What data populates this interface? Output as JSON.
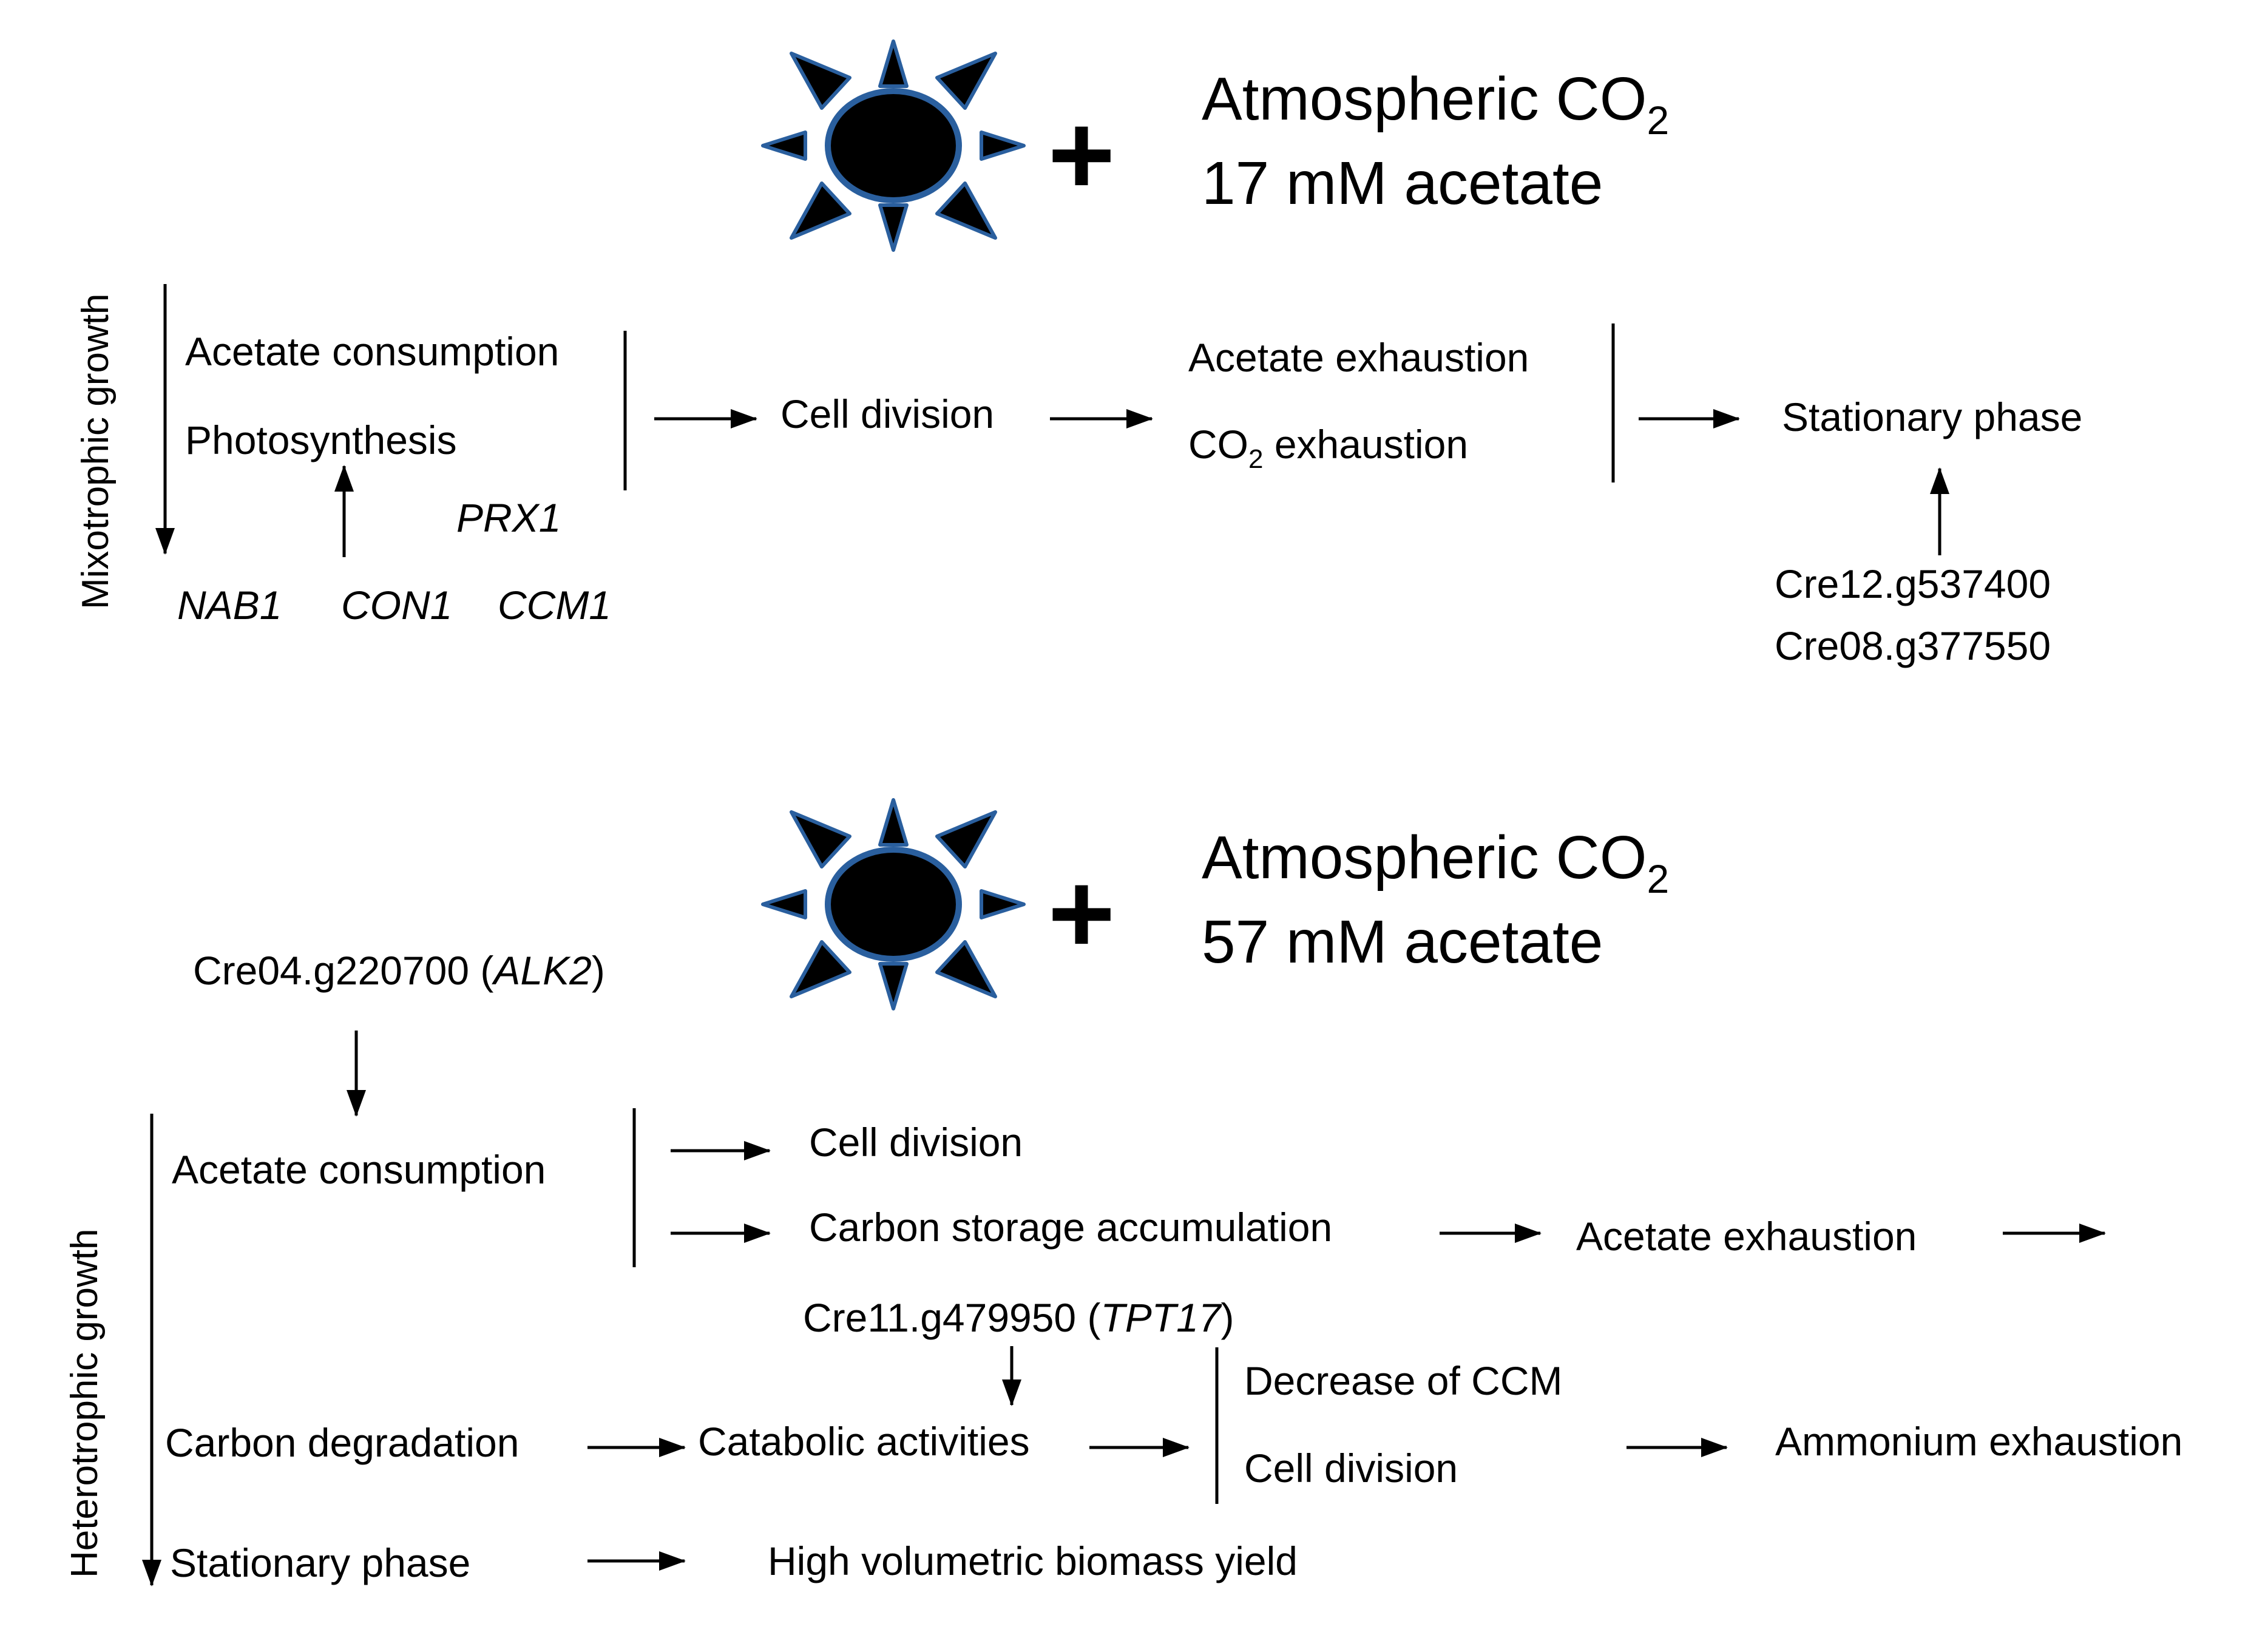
{
  "panels": [
    {
      "name": "mixotrophic",
      "axis_label": "Mixotrophic growth",
      "condition": {
        "plus": "+",
        "line1": "Atmospheric CO",
        "line1_sub": "2",
        "line2": "17 mM acetate"
      },
      "nodes": {
        "acetate_consumption": "Acetate consumption",
        "photosynthesis": "Photosynthesis",
        "cell_division": "Cell division",
        "acetate_exhaustion": "Acetate exhaustion",
        "co2_exhaustion": {
          "prefix": "CO",
          "sub": "2",
          "suffix": " exhaustion"
        },
        "stationary_phase": "Stationary phase"
      },
      "genes": {
        "prx1": "PRX1",
        "nab1": "NAB1",
        "con1": "CON1",
        "ccm1": "CCM1",
        "cre12": "Cre12.g537400",
        "cre08": "Cre08.g377550"
      }
    },
    {
      "name": "heterotrophic",
      "axis_label": "Heterotrophic growth",
      "condition": {
        "plus": "+",
        "line1": "Atmospheric CO",
        "line1_sub": "2",
        "line2": "57 mM acetate"
      },
      "nodes": {
        "acetate_consumption": "Acetate consumption",
        "cell_division_1": "Cell division",
        "carbon_storage": "Carbon storage accumulation",
        "acetate_exhaustion": "Acetate exhaustion",
        "carbon_degradation": "Carbon degradation",
        "catabolic_activities": "Catabolic activities",
        "decrease_ccm": "Decrease of CCM",
        "cell_division_2": "Cell division",
        "ammonium_exhaustion": "Ammonium exhaustion",
        "stationary_phase": "Stationary phase",
        "biomass_yield": "High volumetric biomass yield"
      },
      "genes": {
        "alk2": {
          "prefix": "Cre04.g220700 (",
          "italic": "ALK2",
          "suffix": ")"
        },
        "tpt17": {
          "prefix": "Cre11.g479950 (",
          "italic": "TPT17",
          "suffix": ")"
        }
      }
    }
  ]
}
